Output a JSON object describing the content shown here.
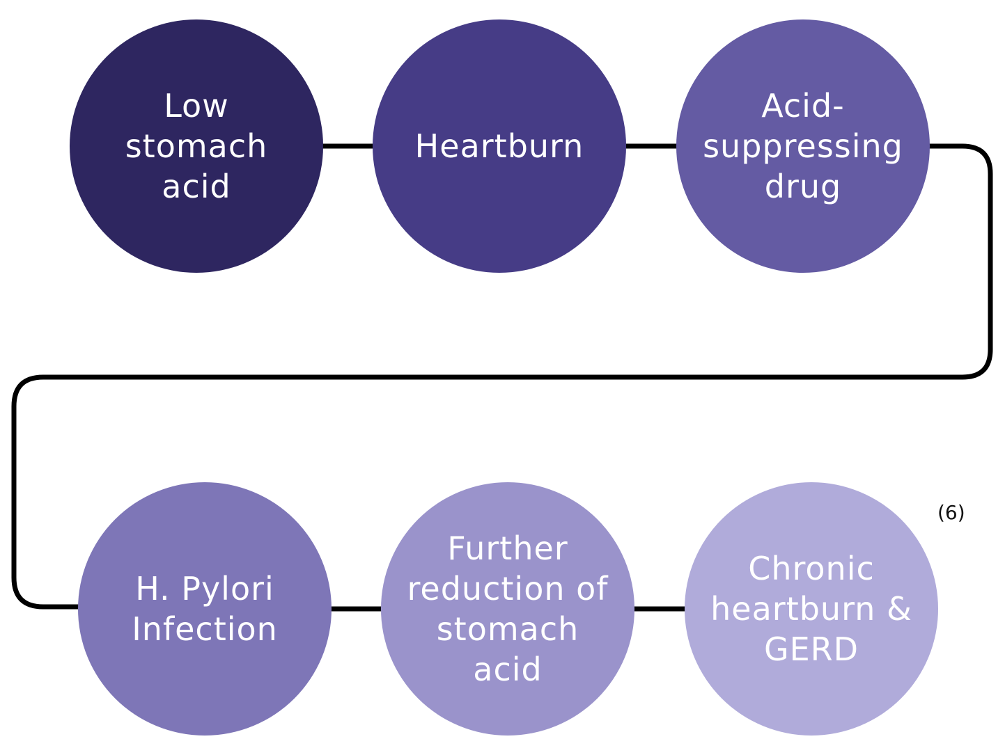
{
  "flow": {
    "nodes": [
      {
        "lines": [
          "Low",
          "stomach",
          "acid"
        ],
        "color": "#2e2660"
      },
      {
        "lines": [
          "Heartburn"
        ],
        "color": "#463c86"
      },
      {
        "lines": [
          "Acid-",
          "suppressing",
          "drug"
        ],
        "color": "#645ba3"
      },
      {
        "lines": [
          "H. Pylori",
          "Infection"
        ],
        "color": "#7e76b7"
      },
      {
        "lines": [
          "Further",
          "reduction of",
          "stomach",
          "acid"
        ],
        "color": "#9a93cb"
      },
      {
        "lines": [
          "Chronic",
          "heartburn &",
          "GERD"
        ],
        "color": "#b0abda"
      }
    ],
    "connector_color": "#000000"
  },
  "reference": "(6)"
}
